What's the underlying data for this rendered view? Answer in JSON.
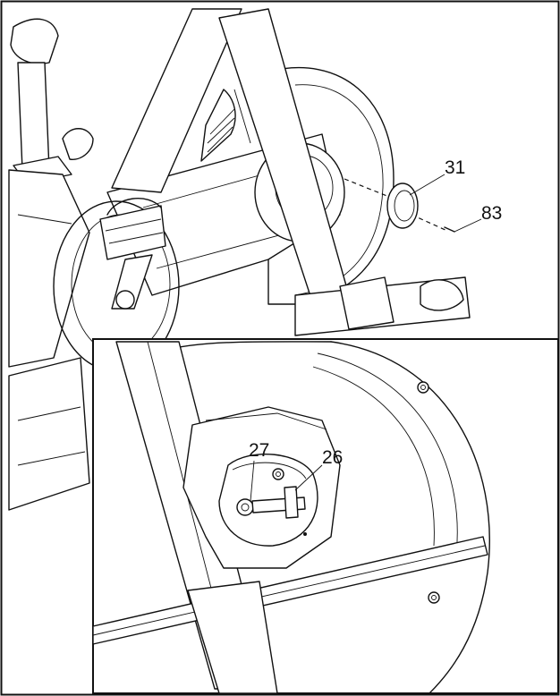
{
  "callouts": {
    "main": [
      {
        "label": "31"
      },
      {
        "label": "83"
      }
    ],
    "inset": [
      {
        "label": "27"
      },
      {
        "label": "26"
      }
    ]
  }
}
